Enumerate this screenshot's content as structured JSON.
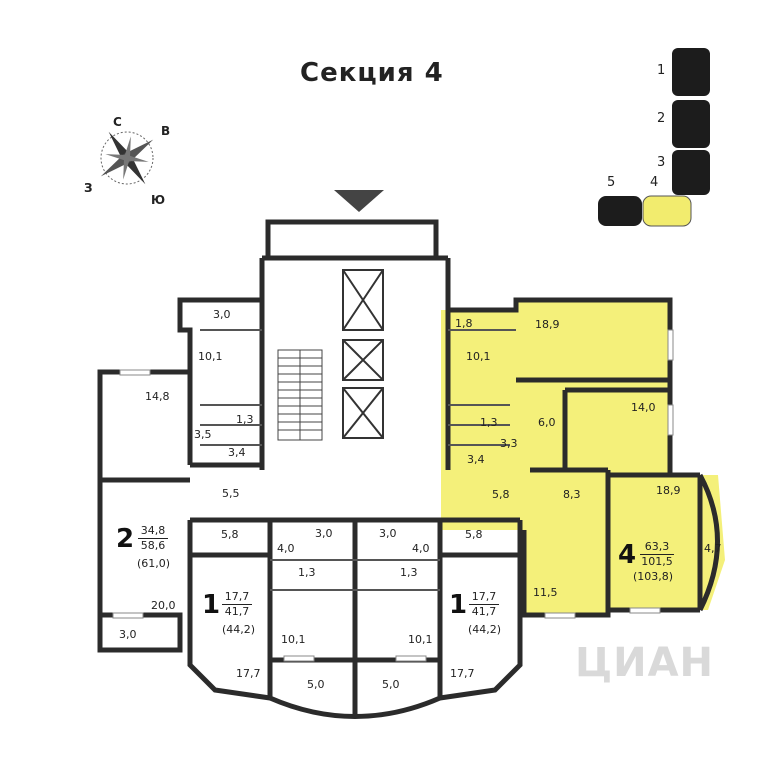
{
  "title": "Секция 4",
  "compass": {
    "n": "С",
    "e": "В",
    "s": "Ю",
    "w": "З"
  },
  "section_map": {
    "labels": [
      "1",
      "2",
      "3",
      "4",
      "5"
    ]
  },
  "rooms": {
    "r_3_0_top": "3,0",
    "r_10_1_left": "10,1",
    "r_14_8": "14,8",
    "r_1_3_left": "1,3",
    "r_3_5": "3,5",
    "r_3_4_left": "3,4",
    "r_5_5": "5,5",
    "r_20_0": "20,0",
    "r_3_0_bottom": "3,0",
    "r_5_8_left": "5,8",
    "r_4_0_left": "4,0",
    "r_3_0_mid_left": "3,0",
    "r_3_0_mid_right": "3,0",
    "r_4_0_right": "4,0",
    "r_5_8_right": "5,8",
    "r_1_3_mid_left": "1,3",
    "r_1_3_mid_right": "1,3",
    "r_17_7_left": "17,7",
    "r_10_1_bl": "10,1",
    "r_5_0_left": "5,0",
    "r_5_0_right": "5,0",
    "r_10_1_br": "10,1",
    "r_17_7_right": "17,7",
    "r_1_8": "1,8",
    "r_18_9_top": "18,9",
    "r_10_1_right": "10,1",
    "r_6_0": "6,0",
    "r_14_0": "14,0",
    "r_1_3_right": "1,3",
    "r_3_3": "3,3",
    "r_3_4_right": "3,4",
    "r_5_8_yellow": "5,8",
    "r_8_3": "8,3",
    "r_18_9_bottom": "18,9",
    "r_11_5": "11,5",
    "r_4_7": "4,7"
  },
  "apartments": {
    "a2": {
      "rooms": "2",
      "living": "34,8",
      "total": "58,6",
      "total_alt": "(61,0)"
    },
    "a1_left": {
      "rooms": "1",
      "living": "17,7",
      "total": "41,7",
      "total_alt": "(44,2)"
    },
    "a1_right": {
      "rooms": "1",
      "living": "17,7",
      "total": "41,7",
      "total_alt": "(44,2)"
    },
    "a4": {
      "rooms": "4",
      "living": "63,3",
      "total": "101,5",
      "total_alt": "(103,8)"
    }
  },
  "watermark": "ЦИАН",
  "colors": {
    "highlight": "#f4f07a",
    "wall": "#2b2b2b",
    "room": "#ffffff",
    "lobby": "#f2f2f2"
  }
}
